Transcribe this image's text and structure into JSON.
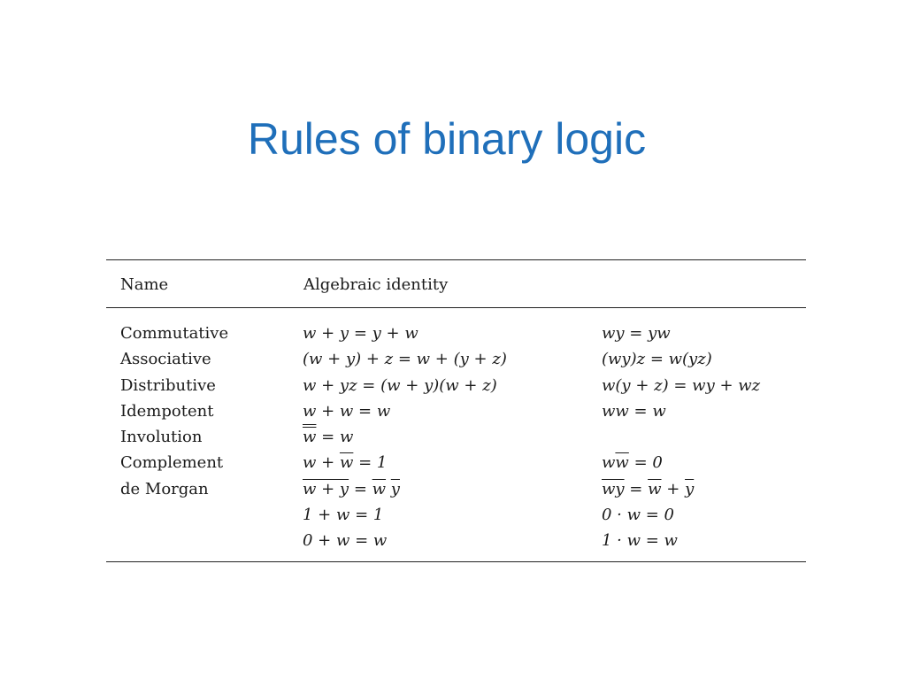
{
  "slide": {
    "title": "Rules of binary logic"
  },
  "table": {
    "headers": {
      "name": "Name",
      "identity": "Algebraic identity"
    },
    "rows": [
      {
        "name": "Commutative",
        "left": "w + y = y + w",
        "right": "wy = yw"
      },
      {
        "name": "Associative",
        "left": "(w + y) + z = w + (y + z)",
        "right": "(wy)z = w(yz)"
      },
      {
        "name": "Distributive",
        "left": "w + yz = (w + y)(w + z)",
        "right": "w(y + z) = wy + wz"
      },
      {
        "name": "Idempotent",
        "left": "w + w = w",
        "right": "ww = w"
      },
      {
        "name": "Involution",
        "left_parts": [
          "w",
          " = w"
        ],
        "right": ""
      },
      {
        "name": "Complement",
        "left_parts": [
          "w + ",
          "w",
          " = 1"
        ],
        "right_parts": [
          "w",
          "w",
          " = 0"
        ]
      },
      {
        "name": "de Morgan",
        "left_parts": [
          "w + y",
          " = ",
          "w",
          " ",
          "y"
        ],
        "right_parts": [
          "wy",
          " = ",
          "w",
          " + ",
          "y"
        ]
      },
      {
        "name": "",
        "left": "1 + w = 1",
        "right": "0 · w = 0"
      },
      {
        "name": "",
        "left": "0 + w = w",
        "right": "1 · w = w"
      }
    ]
  }
}
